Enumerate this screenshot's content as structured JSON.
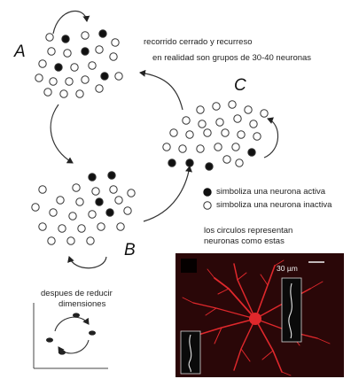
{
  "panels": {
    "a": {
      "label": "A"
    },
    "b": {
      "label": "B"
    },
    "c": {
      "label": "C"
    }
  },
  "annotations": {
    "recorrido": "recorrido cerrado y recurreso",
    "realidad": "en realidad son grupos de 30-40 neuronas",
    "despues_line1": "despues de reducir",
    "despues_line2": "dimensiones",
    "circulos_line1": "los circulos representan",
    "circulos_line2": "neuronas como estas"
  },
  "legend": {
    "active": "simboliza una neurona activa",
    "inactive": "simboliza una neurona inactiva"
  },
  "micrograph": {
    "scale_bar": "30 µm"
  },
  "colors": {
    "neuron_active": "#111111",
    "neuron_inactive": "#ffffff",
    "micrograph_bg": "#2a0708",
    "neuron_stain": "#e0282c"
  }
}
